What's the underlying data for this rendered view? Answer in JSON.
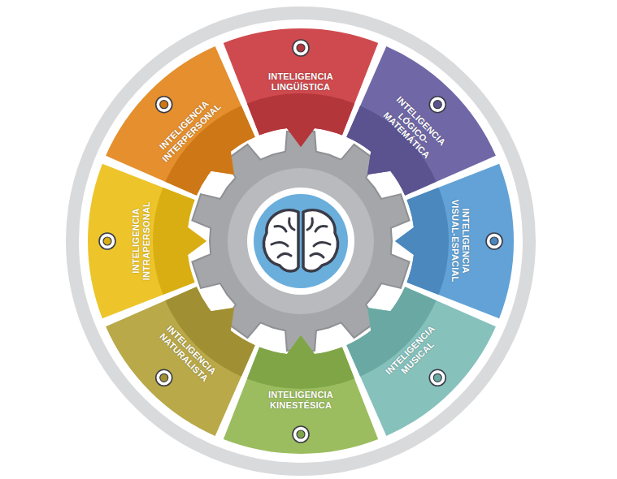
{
  "diagram": {
    "nodes": [
      {
        "text": [
          "INTELIGENCIA LINGÜÍSTICA"
        ]
      },
      {
        "text": [
          "INTELIGENCIA LÓGICO-MATEMÁTICA"
        ]
      },
      {
        "text": [
          "INTELIGENCIA VISUAL-ESPACIAL"
        ]
      },
      {
        "text": [
          "INTELIGENCIA MUSICAL"
        ]
      },
      {
        "text": [
          "INTELIGENCIA KINESTÉSICA"
        ]
      },
      {
        "text": [
          "INTELIGENCIA NATURALISTA"
        ]
      },
      {
        "text": [
          "INTELIGENCIA INTRAPERSONAL"
        ]
      },
      {
        "text": [
          "INTELIGENCIA INTERPERSONAL"
        ]
      }
    ]
  }
}
